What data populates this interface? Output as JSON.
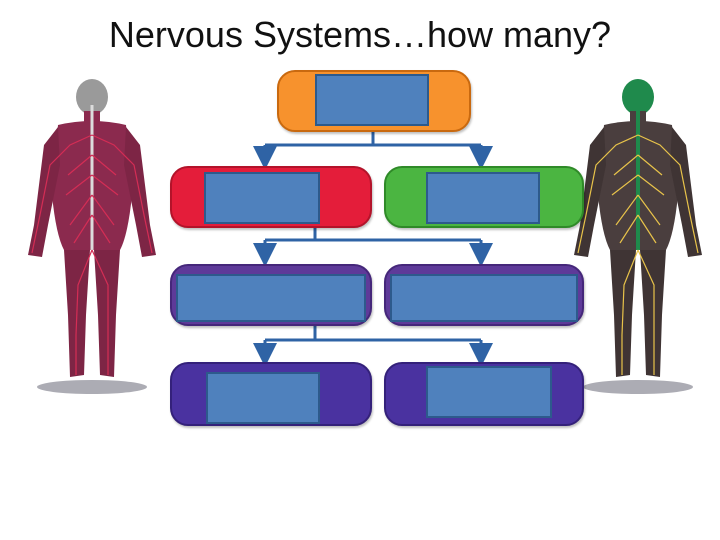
{
  "slide": {
    "title": "Nervous Systems…how many?"
  },
  "figures": {
    "left": {
      "icon": "human-figure-red-nervous-system-icon",
      "body_color": "#8b2a4e",
      "nerve_color": "#d42d55",
      "head_color": "#9a9a9a"
    },
    "right": {
      "icon": "human-figure-yellow-nervous-system-icon",
      "body_color": "#4a3e3e",
      "nerve_color": "#e8c34a",
      "head_color": "#1f8a4c"
    }
  },
  "diagram": {
    "connector_color": "#2f63a5",
    "boxes": [
      {
        "id": "root",
        "color": "#f7922d",
        "label": ""
      },
      {
        "id": "level2-left",
        "color": "#e41d3a",
        "label": ""
      },
      {
        "id": "level2-right",
        "color": "#4bb541",
        "label": ""
      },
      {
        "id": "level3-left",
        "color": "#5e3a99",
        "label": ""
      },
      {
        "id": "level3-right",
        "color": "#5e3a99",
        "label": ""
      },
      {
        "id": "level4-left",
        "color": "#4a32a0",
        "label": ""
      },
      {
        "id": "level4-right",
        "color": "#4a32a0",
        "label": ""
      }
    ]
  }
}
